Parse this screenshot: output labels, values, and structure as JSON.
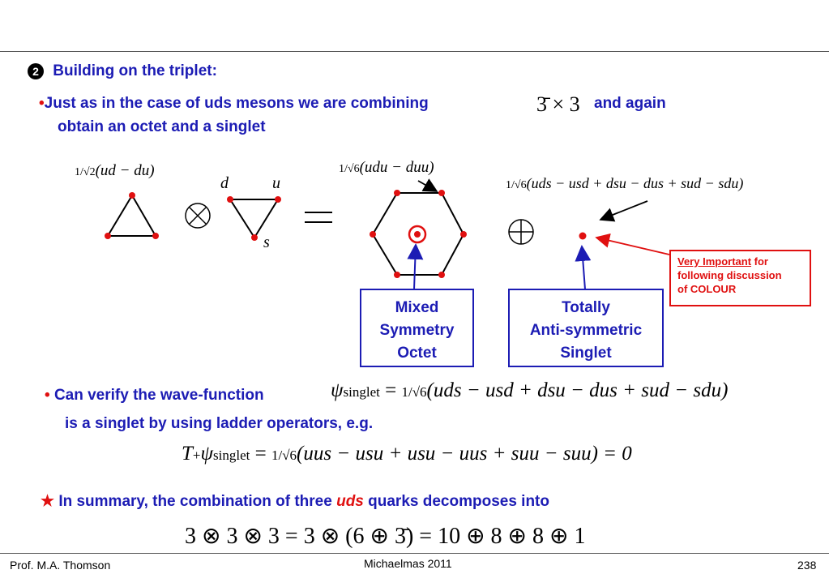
{
  "heading": {
    "number": "2",
    "title": "Building on the triplet:"
  },
  "bullet1": {
    "mark": "•",
    "line1": "Just as in the case of uds mesons we are combining",
    "math": "3̄ × 3",
    "line1_end": "and again",
    "line2": "obtain an octet and a singlet"
  },
  "diagram": {
    "triplet_label_frac": "1/√2",
    "triplet_label": "(ud − du)",
    "quark_d": "d",
    "quark_u": "u",
    "quark_s": "s",
    "octet_label_frac": "1/√6",
    "octet_label": "(udu − duu)",
    "singlet_label_frac": "1/√6",
    "singlet_label": "(uds − usd + dsu − dus + sud − sdu)",
    "otimes": "⊗",
    "equals": "=",
    "oplus": "⊕"
  },
  "boxes": {
    "octet": [
      "Mixed",
      "Symmetry",
      "Octet"
    ],
    "singlet": [
      "Totally",
      "Anti-symmetric",
      "Singlet"
    ],
    "important": {
      "underlined": "Very Important",
      "rest1": " for",
      "line2": "following discussion",
      "line3": "of COLOUR"
    }
  },
  "bullet2": {
    "mark": "•",
    "line1": "Can verify the wave-function",
    "psi": "ψ",
    "sub": "singlet",
    "eq_frac": "1/√6",
    "eq_rest": "(uds − usd + dsu − dus + sud − sdu)",
    "line2": "is a singlet by using ladder operators, e.g."
  },
  "equation2": {
    "lhs": "T",
    "lhs_sub": "+",
    "psi": "ψ",
    "sub": "singlet",
    "frac": "1/√6",
    "rhs": "(uus − usu + usu − uus + suu − suu) = 0"
  },
  "summary": {
    "star": "★",
    "text_a": "In summary, the combination of three ",
    "uds": "uds",
    "text_b": " quarks decomposes into",
    "equation": "3 ⊗ 3 ⊗ 3 = 3 ⊗ (6 ⊕ 3̄) = 10 ⊕ 8 ⊕ 8 ⊕ 1"
  },
  "footer": {
    "author": "Prof. M.A. Thomson",
    "term": "Michaelmas 2011",
    "page": "238"
  },
  "colors": {
    "blue": "#1c1cb4",
    "red": "#e01010"
  }
}
